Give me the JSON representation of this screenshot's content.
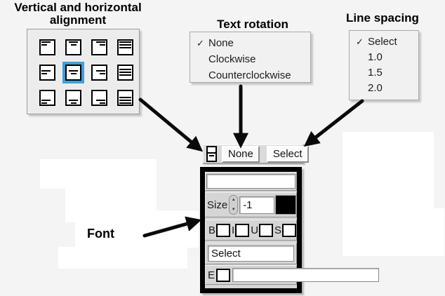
{
  "labels": {
    "alignment_title": "Vertical and horizontal alignment",
    "text_rotation_title": "Text rotation",
    "line_spacing_title": "Line spacing",
    "font_label": "Font"
  },
  "glyphs": {
    "check": "✓",
    "spinner_up": "▲",
    "spinner_down": "▼"
  },
  "alignment_grid": {
    "rows": [
      "top",
      "middle",
      "bottom"
    ],
    "cols": [
      "left",
      "center",
      "right",
      "justify"
    ],
    "selected": {
      "row": "middle",
      "col": "center"
    },
    "selected_color": "#3f9fd8"
  },
  "text_rotation_menu": {
    "items": [
      {
        "label": "None",
        "checked": true
      },
      {
        "label": "Clockwise",
        "checked": false
      },
      {
        "label": "Counterclockwise",
        "checked": false
      }
    ]
  },
  "line_spacing_menu": {
    "items": [
      {
        "label": "Select",
        "checked": true
      },
      {
        "label": "1.0",
        "checked": false
      },
      {
        "label": "1.5",
        "checked": false
      },
      {
        "label": "2.0",
        "checked": false
      }
    ]
  },
  "font_panel": {
    "rotation_value": "None",
    "spacing_value": "Select",
    "text_value": "",
    "size_label": "Size",
    "size_value": "-1",
    "color_swatch": "#000000",
    "style_checkboxes": [
      "B",
      "I",
      "U",
      "S"
    ],
    "font_name_value": "Select",
    "strikeout_label": "E",
    "example_value": ""
  }
}
